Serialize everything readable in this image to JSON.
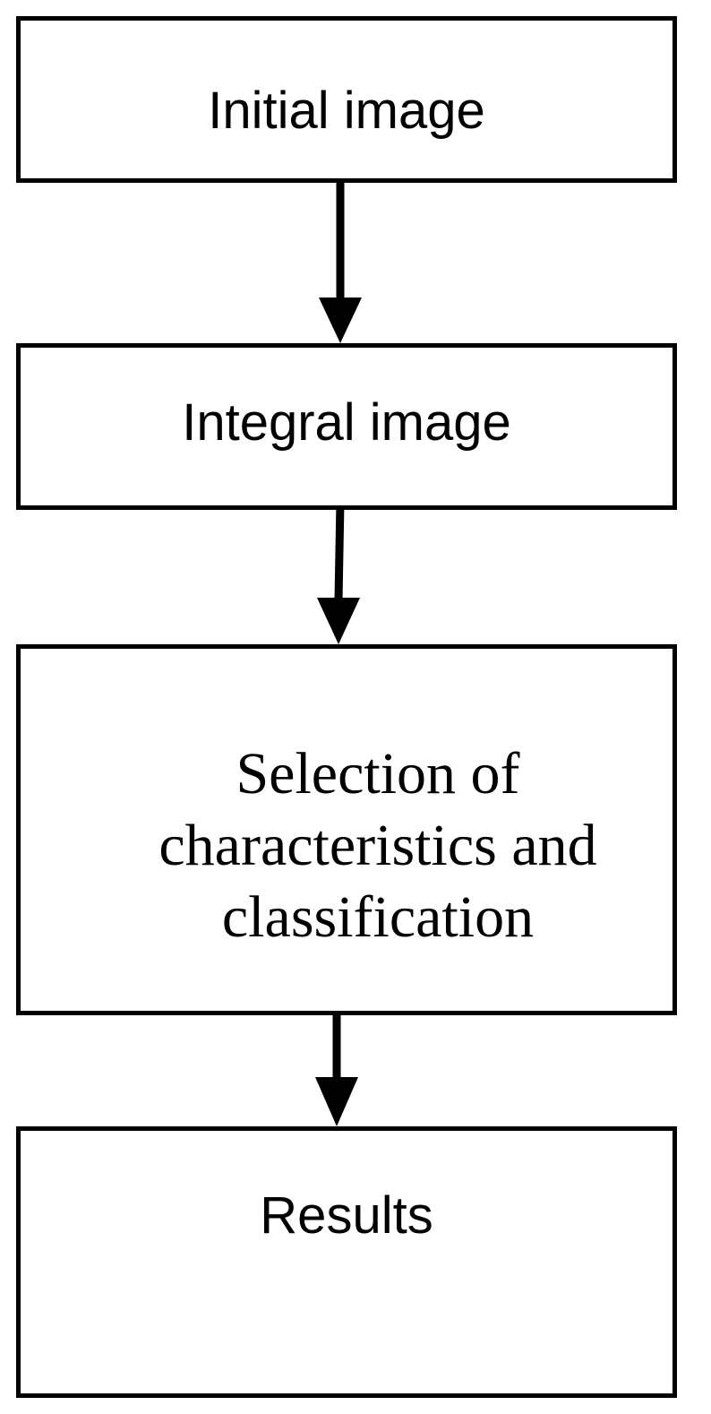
{
  "diagram": {
    "steps": [
      {
        "id": "initial",
        "label": "Initial image"
      },
      {
        "id": "integral",
        "label": "Integral image"
      },
      {
        "id": "selection",
        "lines": [
          "Selection of",
          "characteristics and",
          "classification"
        ]
      },
      {
        "id": "results",
        "label": "Results"
      }
    ],
    "colors": {
      "stroke": "#000000",
      "background": "#ffffff"
    }
  }
}
